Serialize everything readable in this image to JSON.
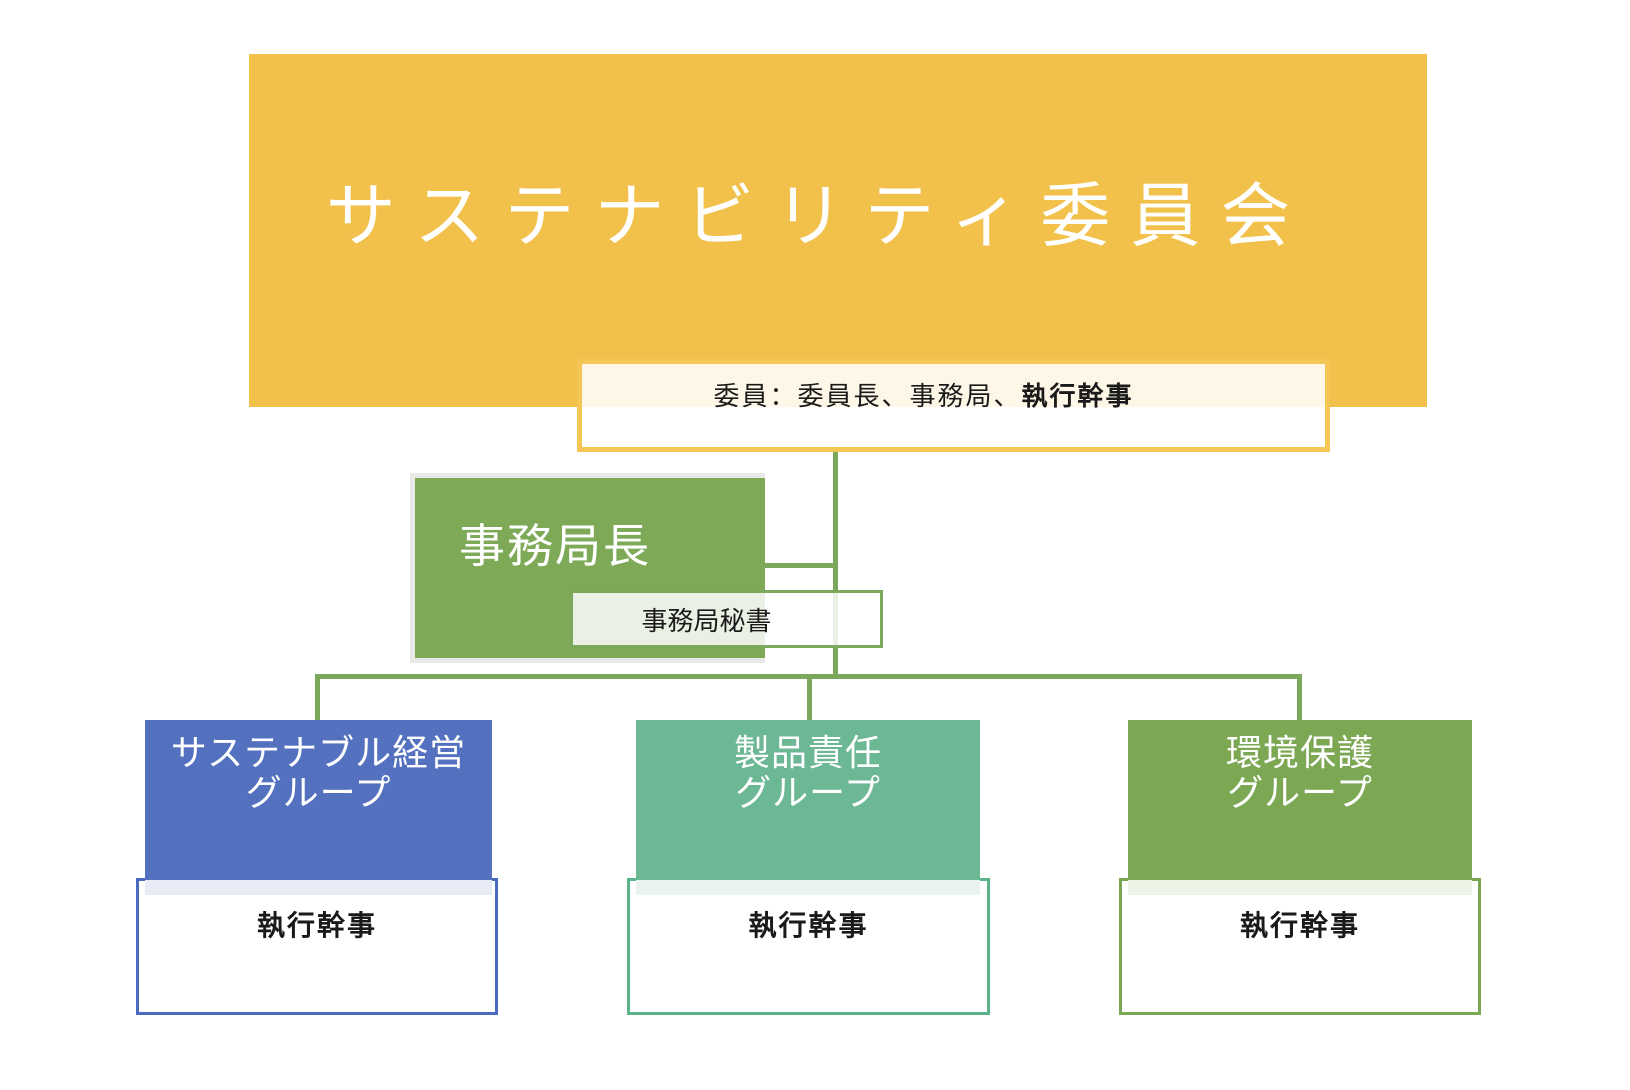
{
  "colors": {
    "orange": "#F2C14B",
    "note_border": "#F4C654",
    "line_green": "#7CA85C",
    "director_green": "#7EAA58",
    "shadow_gray": "#E8E8E8",
    "blue": "#5371BE",
    "blue_border": "#4A6AC0",
    "blue_shadow": "#E7EBF5",
    "teal": "#6CB794",
    "teal_border": "#5BB489",
    "teal_shadow": "#E9F4EE",
    "green": "#7CA854",
    "green_border": "#79A751",
    "green_shadow": "#ECF2E4",
    "ink": "#1A1A1A"
  },
  "committee": {
    "title": "サステナビリティ委員会"
  },
  "members_note": {
    "normal": "委員：委員長、事務局、",
    "bold": "執行幹事"
  },
  "secretariat": {
    "director": "事務局長",
    "secretary": "事務局秘書"
  },
  "groups": [
    {
      "line1": "サステナブル経営",
      "line2": "グループ",
      "role": "執行幹事"
    },
    {
      "line1": "製品責任",
      "line2": "グループ",
      "role": "執行幹事"
    },
    {
      "line1": "環境保護",
      "line2": "グループ",
      "role": "執行幹事"
    }
  ]
}
